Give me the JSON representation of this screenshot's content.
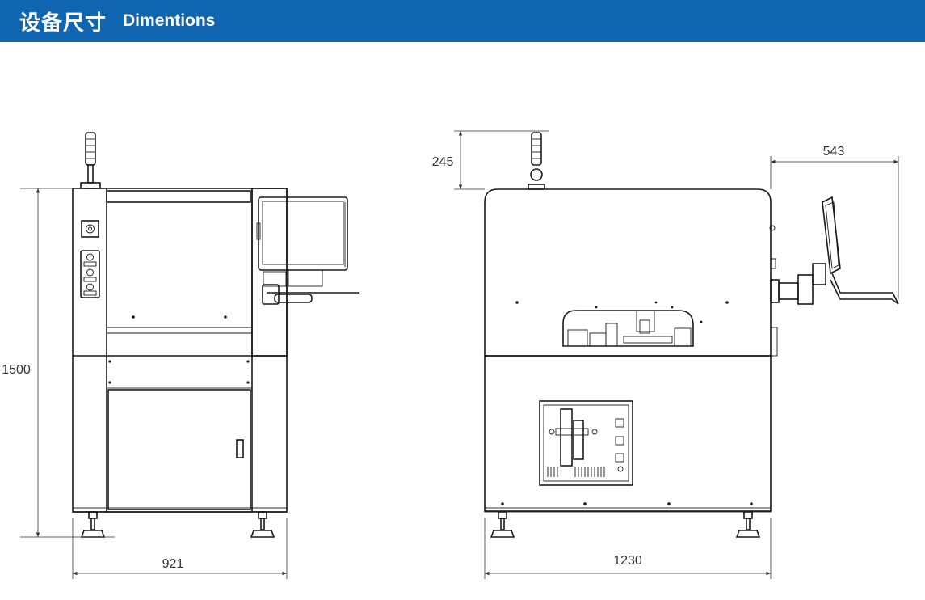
{
  "header": {
    "title_zh": "设备尺寸",
    "title_en": "Dimentions",
    "background_color": "#0f65b0"
  },
  "dimensions": {
    "height": "1500",
    "front_width": "921",
    "side_width": "1230",
    "tower_height": "245",
    "monitor_reach": "543"
  }
}
